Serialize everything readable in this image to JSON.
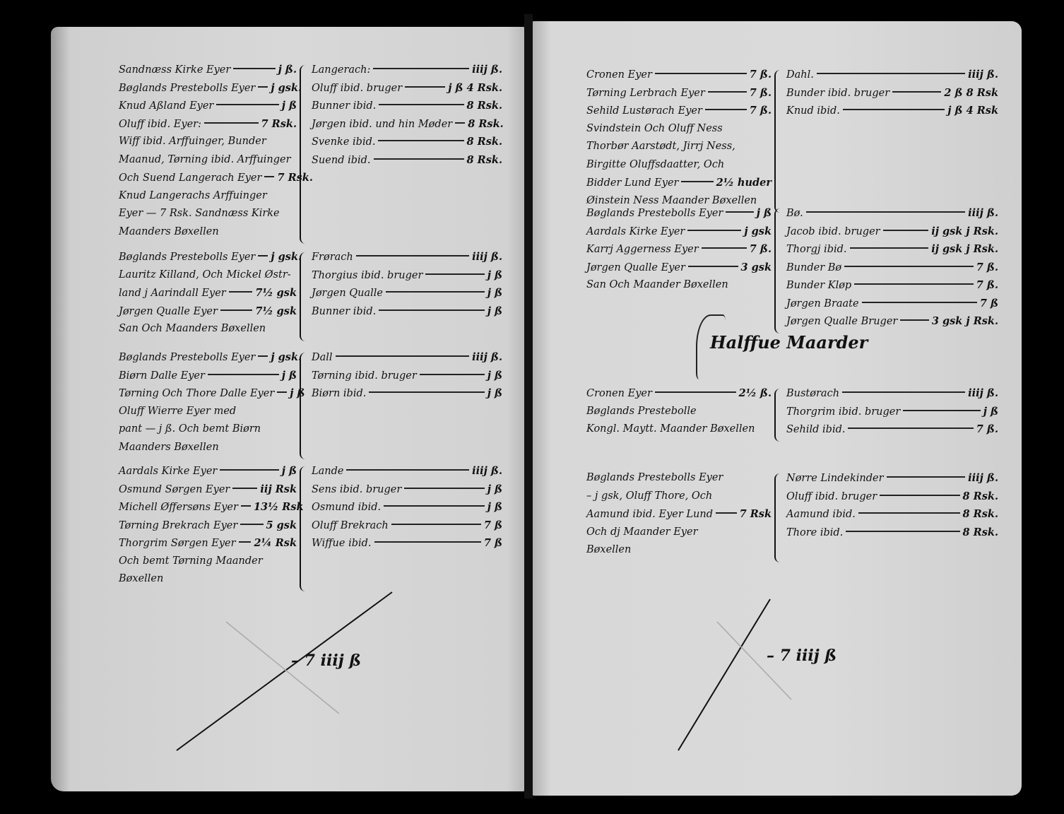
{
  "left_page": {
    "blocks": [
      {
        "left": [
          [
            "Sandnæss Kirke Eyer",
            "j ß."
          ],
          [
            "Bøglands Prestebolls Eyer",
            "j gsk."
          ],
          [
            "Knud Aßland Eyer",
            "j ß"
          ],
          [
            "Oluff ibid. Eyer:",
            "7 Rsk."
          ],
          [
            "Wiff ibid. Arffuinger, Bunder",
            ""
          ],
          [
            "Maanud, Tørning ibid. Arffuinger",
            ""
          ],
          [
            "Och Suend Langerach Eyer",
            "7 Rsk."
          ],
          [
            "Knud Langerachs Arffuinger",
            ""
          ],
          [
            "Eyer — 7 Rsk. Sandnæss Kirke",
            ""
          ],
          [
            "Maanders Bøxellen",
            ""
          ]
        ],
        "right": [
          [
            "Langerach:",
            "iiij ß."
          ],
          [
            "Oluff ibid. bruger",
            "j ß 4 Rsk."
          ],
          [
            "Bunner ibid.",
            "8 Rsk."
          ],
          [
            "Jørgen ibid. und hin Møder",
            "8 Rsk."
          ],
          [
            "Svenke ibid.",
            "8 Rsk."
          ],
          [
            "Suend ibid.",
            "8 Rsk."
          ]
        ]
      },
      {
        "left": [
          [
            "Bøglands Prestebolls Eyer",
            "j gsk."
          ],
          [
            "Lauritz Killand, Och Mickel Østr-",
            ""
          ],
          [
            "land j Aarindall Eyer",
            "7½ gsk"
          ],
          [
            "Jørgen Qualle Eyer",
            "7½ gsk"
          ],
          [
            "San Och Maanders Bøxellen",
            ""
          ]
        ],
        "right": [
          [
            "Frørach",
            "iiij ß."
          ],
          [
            "Thorgius ibid. bruger",
            "j ß"
          ],
          [
            "Jørgen Qualle",
            "j ß"
          ],
          [
            "Bunner ibid.",
            "j ß"
          ]
        ]
      },
      {
        "left": [
          [
            "Bøglands Prestebolls Eyer",
            "j gsk."
          ],
          [
            "Biørn Dalle Eyer",
            "j ß"
          ],
          [
            "Tørning Och Thore Dalle Eyer",
            "j ß"
          ],
          [
            "Oluff Wierre Eyer med",
            ""
          ],
          [
            "pant — j ß. Och bemt Biørn",
            ""
          ],
          [
            "Maanders Bøxellen",
            ""
          ]
        ],
        "right": [
          [
            "Dall",
            "iiij ß."
          ],
          [
            "Tørning ibid. bruger",
            "j ß"
          ],
          [
            "Biørn ibid.",
            "j ß"
          ]
        ]
      },
      {
        "left": [
          [
            "Aardals Kirke Eyer",
            "j ß"
          ],
          [
            "Osmund Sørgen Eyer",
            "iij Rsk"
          ],
          [
            "Michell Øffersøns Eyer",
            "13½ Rsk"
          ],
          [
            "Tørning Brekrach Eyer",
            "5 gsk"
          ],
          [
            "Thorgrim Sørgen Eyer",
            "2¼ Rsk"
          ],
          [
            "Och bemt Tørning Maander",
            ""
          ],
          [
            "Bøxellen",
            ""
          ]
        ],
        "right": [
          [
            "Lande",
            "iiij ß."
          ],
          [
            "Sens ibid. bruger",
            "j ß"
          ],
          [
            "Osmund ibid.",
            "j ß"
          ],
          [
            "Oluff Brekrach",
            "7 ß"
          ],
          [
            "Wiffue ibid.",
            "7 ß"
          ]
        ]
      }
    ],
    "total": "– 7 iiij ß"
  },
  "right_page": {
    "blocks": [
      {
        "left": [
          [
            "Cronen Eyer",
            "7 ß."
          ],
          [
            "Tørning Lerbrach Eyer",
            "7 ß."
          ],
          [
            "Sehild Lustørach Eyer",
            "7 ß."
          ],
          [
            "Svindstein Och Oluff Ness",
            ""
          ],
          [
            "Thorbør Aarstødt, Jirrj Ness,",
            ""
          ],
          [
            "Birgitte Oluffsdaatter, Och",
            ""
          ],
          [
            "Bidder Lund Eyer",
            "2½ huder"
          ],
          [
            "Øinstein Ness Maander Bøxellen",
            ""
          ]
        ],
        "right": [
          [
            "Dahl.",
            "iiij ß."
          ],
          [
            "Bunder ibid. bruger",
            "2 ß 8 Rsk"
          ],
          [
            "Knud ibid.",
            "j ß 4 Rsk"
          ]
        ]
      },
      {
        "left": [
          [
            "Bøglands Prestebolls Eyer",
            "j ß"
          ],
          [
            "Aardals Kirke Eyer",
            "j gsk"
          ],
          [
            "Karrj Aggerness Eyer",
            "7 ß."
          ],
          [
            "Jørgen Qualle Eyer",
            "3 gsk"
          ],
          [
            "San Och Maander Bøxellen",
            ""
          ]
        ],
        "right": [
          [
            "Bø.",
            "iiij ß."
          ],
          [
            "Jacob ibid. bruger",
            "ij gsk j Rsk."
          ],
          [
            "Thorgj ibid.",
            "ij gsk j Rsk."
          ],
          [
            "Bunder Bø",
            "7 ß."
          ],
          [
            "Bunder Kløp",
            "7 ß."
          ],
          [
            "Jørgen Braate",
            "7 ß"
          ],
          [
            "Jørgen Qualle Bruger",
            "3 gsk j Rsk."
          ]
        ]
      },
      {
        "left": [
          [
            "Cronen Eyer",
            "2½ ß."
          ],
          [
            "Bøglands Prestebolle",
            ""
          ],
          [
            "Kongl. Maytt. Maander Bøxellen",
            ""
          ]
        ],
        "right": [
          [
            "Bustørach",
            "iiij ß."
          ],
          [
            "Thorgrim ibid. bruger",
            "j ß"
          ],
          [
            "Sehild ibid.",
            "7 ß."
          ]
        ]
      },
      {
        "left": [
          [
            "Bøglands Prestebolls Eyer",
            ""
          ],
          [
            "– j gsk, Oluff Thore, Och",
            ""
          ],
          [
            "Aamund ibid. Eyer Lund",
            "7 Rsk"
          ],
          [
            "Och dj Maander Eyer",
            ""
          ],
          [
            "Bøxellen",
            ""
          ]
        ],
        "right": [
          [
            "Nørre Lindekinder",
            "iiij ß."
          ],
          [
            "Oluff ibid. bruger",
            "8 Rsk."
          ],
          [
            "Aamund ibid.",
            "8 Rsk."
          ],
          [
            "Thore ibid.",
            "8 Rsk."
          ]
        ]
      }
    ],
    "heading": "Halffue Maarder",
    "total": "– 7 iiij ß"
  }
}
